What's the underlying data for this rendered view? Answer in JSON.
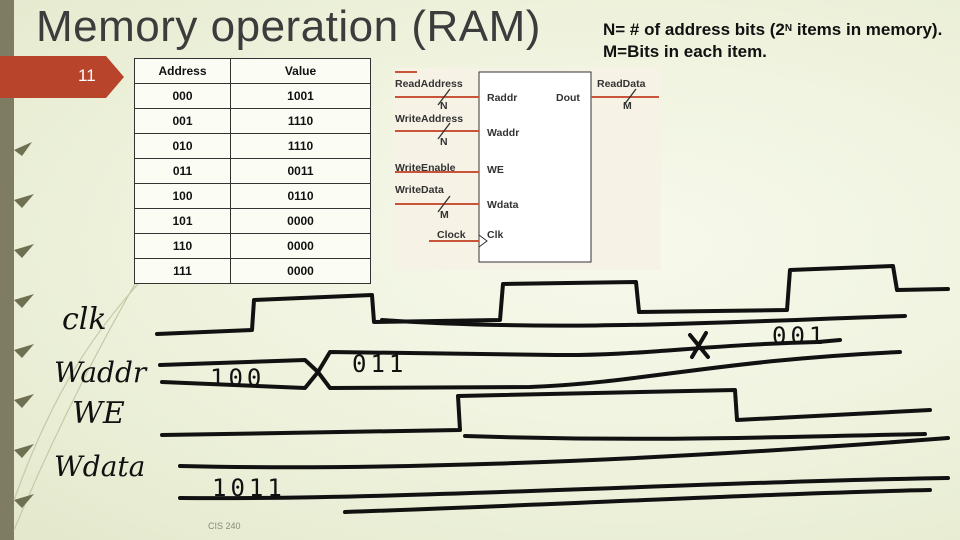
{
  "slide": {
    "title": "Memory operation (RAM)",
    "number": "11",
    "subtitle_pre": "N= # of address bits (2",
    "subtitle_sup": "N",
    "subtitle_post": " items in memory). M=Bits in each item.",
    "footer": "CIS 240"
  },
  "table": {
    "headers": [
      "Address",
      "Value"
    ],
    "rows": [
      [
        "000",
        "1001"
      ],
      [
        "001",
        "1110"
      ],
      [
        "010",
        "1110"
      ],
      [
        "011",
        "0011"
      ],
      [
        "100",
        "0110"
      ],
      [
        "101",
        "0000"
      ],
      [
        "110",
        "0000"
      ],
      [
        "111",
        "0000"
      ]
    ]
  },
  "diagram": {
    "inputs": [
      "ReadAddress",
      "WriteAddress",
      "WriteEnable",
      "WriteData",
      "Clock"
    ],
    "ports": [
      "Raddr",
      "Waddr",
      "WE",
      "Wdata",
      "Clk",
      "Dout"
    ],
    "output": "ReadData",
    "widths": {
      "raddr": "N",
      "waddr": "N",
      "wdata": "M",
      "dout": "M"
    }
  },
  "handwriting": {
    "labels": [
      "clk",
      "Waddr",
      "WE",
      "Wdata"
    ],
    "values": {
      "waddr_first": "100",
      "waddr_second": "011",
      "waddr_third": "001",
      "wdata_first": "1011"
    }
  }
}
